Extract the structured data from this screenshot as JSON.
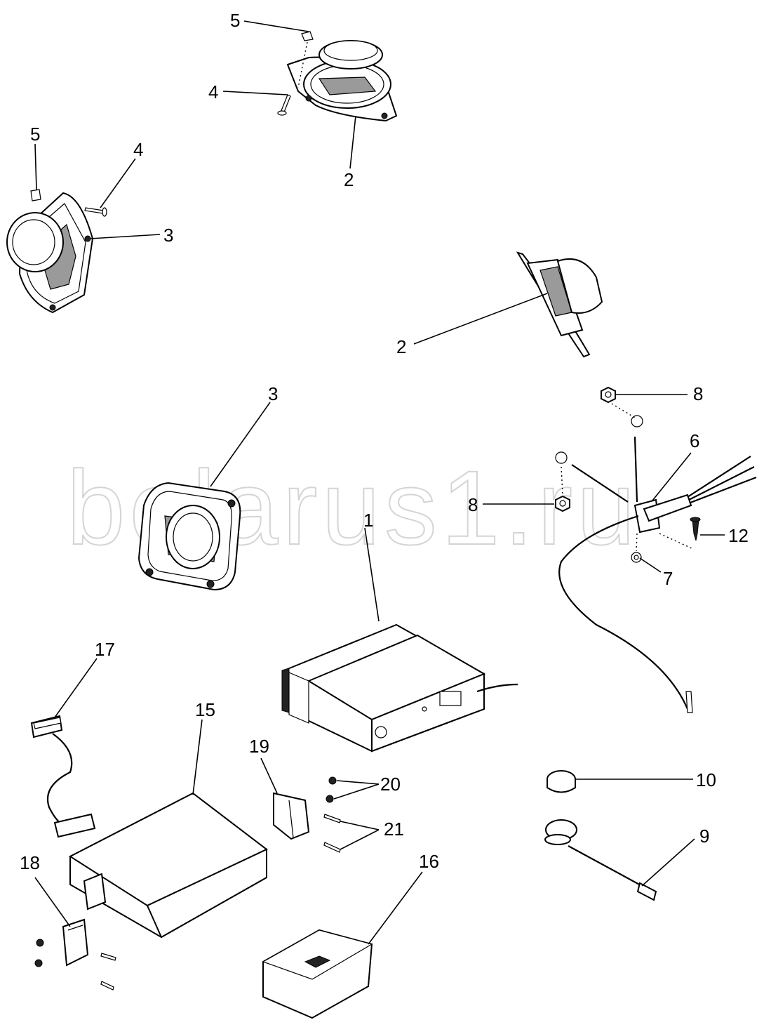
{
  "watermark": "belarus1.ru",
  "callouts": [
    {
      "id": "1a",
      "text": "1"
    },
    {
      "id": "2a",
      "text": "2"
    },
    {
      "id": "2b",
      "text": "2"
    },
    {
      "id": "3a",
      "text": "3"
    },
    {
      "id": "3b",
      "text": "3"
    },
    {
      "id": "4a",
      "text": "4"
    },
    {
      "id": "4b",
      "text": "4"
    },
    {
      "id": "5a",
      "text": "5"
    },
    {
      "id": "5b",
      "text": "5"
    },
    {
      "id": "6a",
      "text": "6"
    },
    {
      "id": "7a",
      "text": "7"
    },
    {
      "id": "8a",
      "text": "8"
    },
    {
      "id": "8b",
      "text": "8"
    },
    {
      "id": "9a",
      "text": "9"
    },
    {
      "id": "10a",
      "text": "10"
    },
    {
      "id": "12a",
      "text": "12"
    },
    {
      "id": "15a",
      "text": "15"
    },
    {
      "id": "16a",
      "text": "16"
    },
    {
      "id": "17a",
      "text": "17"
    },
    {
      "id": "18a",
      "text": "18"
    },
    {
      "id": "19a",
      "text": "19"
    },
    {
      "id": "20a",
      "text": "20"
    },
    {
      "id": "21a",
      "text": "21"
    }
  ]
}
